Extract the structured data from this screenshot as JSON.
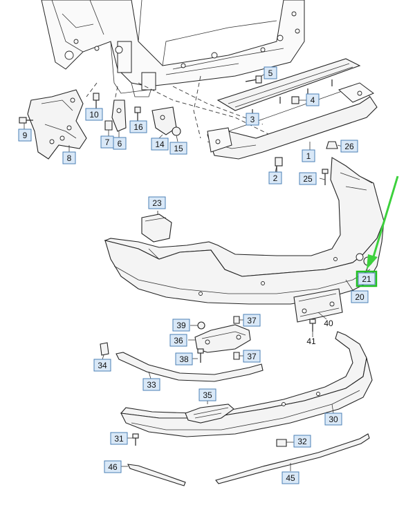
{
  "diagram": {
    "labels": [
      {
        "id": "1",
        "text": "1"
      },
      {
        "id": "2",
        "text": "2"
      },
      {
        "id": "3",
        "text": "3"
      },
      {
        "id": "4",
        "text": "4"
      },
      {
        "id": "5",
        "text": "5"
      },
      {
        "id": "6",
        "text": "6"
      },
      {
        "id": "7",
        "text": "7"
      },
      {
        "id": "8",
        "text": "8"
      },
      {
        "id": "9",
        "text": "9"
      },
      {
        "id": "10",
        "text": "10"
      },
      {
        "id": "14",
        "text": "14"
      },
      {
        "id": "15",
        "text": "15"
      },
      {
        "id": "16",
        "text": "16"
      },
      {
        "id": "20",
        "text": "20"
      },
      {
        "id": "21",
        "text": "21"
      },
      {
        "id": "23",
        "text": "23"
      },
      {
        "id": "25",
        "text": "25"
      },
      {
        "id": "26",
        "text": "26"
      },
      {
        "id": "30",
        "text": "30"
      },
      {
        "id": "31",
        "text": "31"
      },
      {
        "id": "32",
        "text": "32"
      },
      {
        "id": "33",
        "text": "33"
      },
      {
        "id": "34",
        "text": "34"
      },
      {
        "id": "35",
        "text": "35"
      },
      {
        "id": "36",
        "text": "36"
      },
      {
        "id": "37a",
        "text": "37"
      },
      {
        "id": "37b",
        "text": "37"
      },
      {
        "id": "38",
        "text": "38"
      },
      {
        "id": "39",
        "text": "39"
      },
      {
        "id": "45",
        "text": "45"
      },
      {
        "id": "46",
        "text": "46"
      }
    ],
    "plain_labels": [
      {
        "id": "40",
        "text": "40"
      },
      {
        "id": "41",
        "text": "41"
      }
    ],
    "highlighted_label": "21",
    "colors": {
      "label_fill": "#d9e8f7",
      "label_border": "#4a7fb5",
      "highlight": "#22c022",
      "arrow": "#3cd13c"
    }
  }
}
